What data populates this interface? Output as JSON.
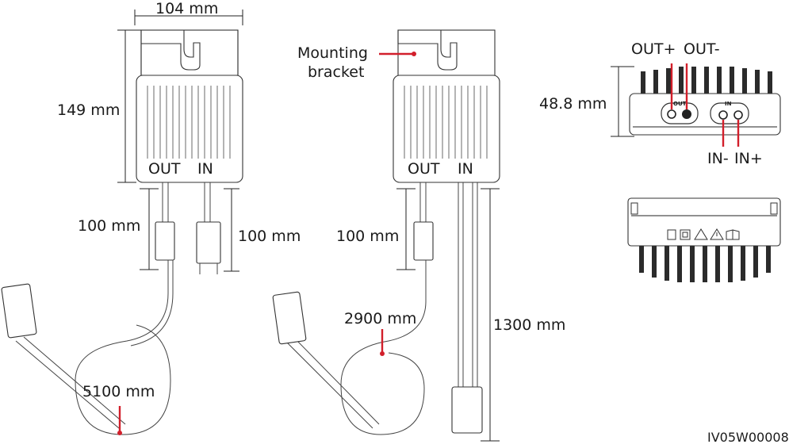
{
  "labels": {
    "width": "104 mm",
    "height": "149 mm",
    "cable_out_left": "100 mm",
    "cable_in_left": "100 mm",
    "loop_left": "5100 mm",
    "mounting_bracket_line1": "Mounting",
    "mounting_bracket_line2": "bracket",
    "out_mid": "OUT",
    "in_mid": "IN",
    "out_left": "OUT",
    "in_left": "IN",
    "cable_out_mid": "100 mm",
    "loop_mid": "2900 mm",
    "cable_in_mid": "1300 mm",
    "thickness": "48.8 mm",
    "out_plus": "OUT+",
    "out_minus": "OUT-",
    "in_minus": "IN-",
    "in_plus": "IN+",
    "port_out_small": "OUT",
    "port_in_small": "IN",
    "figure_id": "IV05W00008"
  },
  "colors": {
    "accent": "#d21f2b",
    "line": "#333333"
  }
}
